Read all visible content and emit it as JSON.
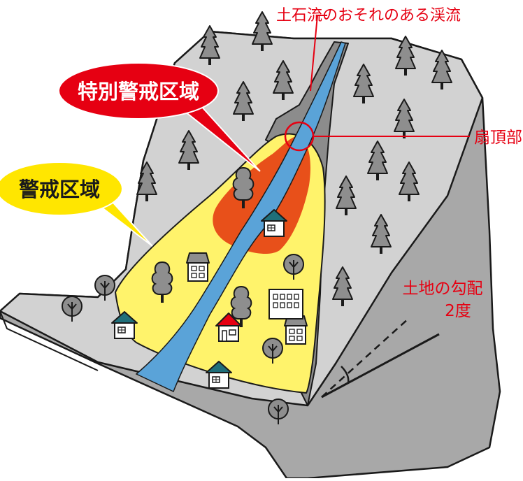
{
  "labels": {
    "debris_stream": "土石流のおそれのある渓流",
    "special_zone": "特別警戒区域",
    "warning_zone": "警戒区域",
    "fan_apex": "扇頂部",
    "slope_line1": "土地の勾配",
    "slope_line2": "2度"
  },
  "colors": {
    "label_red": "#e60012",
    "special_zone": "#e8501a",
    "warning_zone": "#fff36b",
    "stream": "#5aa3d8",
    "channel": "#8c8c8c",
    "terrain_top": "#d2d2d2",
    "terrain_side": "#a8a8a8",
    "tree": "#8e8e8e",
    "callout_red": "#e60012",
    "callout_yellow": "#ffe600"
  }
}
